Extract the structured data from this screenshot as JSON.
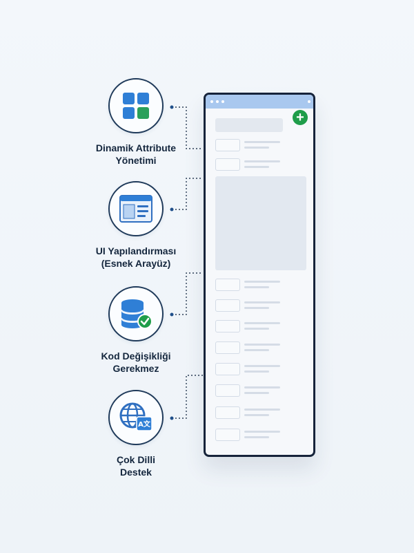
{
  "features": [
    {
      "icon": "grid-icon",
      "lines": [
        "Dinamik Attribute",
        "Yönetimi"
      ]
    },
    {
      "icon": "browser-window-icon",
      "lines": [
        "UI Yapılandırması",
        "(Esnek Arayüz)"
      ]
    },
    {
      "icon": "database-check-icon",
      "lines": [
        "Kod Değişikliği",
        "Gerekmez"
      ]
    },
    {
      "icon": "globe-translate-icon",
      "lines": [
        "Çok Dilli",
        "Destek"
      ]
    }
  ],
  "translate_glyph": "A文",
  "plus_glyph": "+",
  "colors": {
    "navy": "#16233a",
    "blue": "#2f7fd6",
    "green": "#1f9d4a",
    "phone_topbar": "#a9c8ef"
  }
}
